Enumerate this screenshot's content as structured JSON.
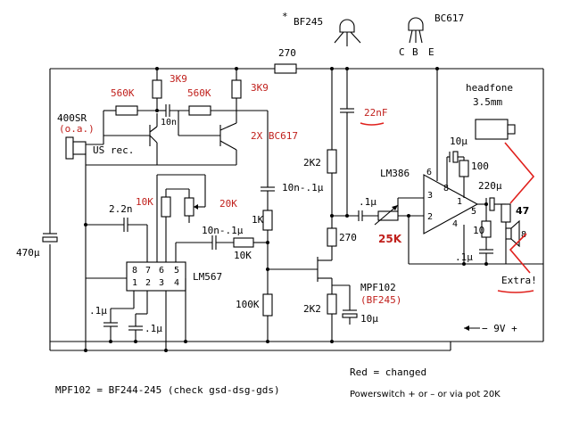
{
  "colors": {
    "wire": "#000000",
    "changed": "#c0201c"
  },
  "legend": {
    "bf245_mark": "*",
    "bf245": "BF245",
    "bc617": "BC617",
    "pin_c": "C",
    "pin_b": "B",
    "pin_e": "E"
  },
  "components": {
    "r270_top": "270",
    "r3k9_a": "3K9",
    "r3k9_b": "3K9",
    "r560k_a": "560K",
    "r560k_b": "560K",
    "c10n_a": "10n",
    "transistor_pair": "2X BC617",
    "sensor_name": "400SR",
    "sensor_note": "(o.a.)",
    "sensor_label": "US rec.",
    "c22nf": "22nF",
    "r2k2_a": "2K2",
    "c10n_1u_a": "10n-.1μ",
    "r1k": "1K",
    "c2_2n": "2.2n",
    "r10k_red": "10K",
    "r20k_red": "20K",
    "c10n_1u_b": "10n-.1μ",
    "r10k": "10K",
    "ic_lm567": "LM567",
    "lm567_pins_top": [
      "8",
      "7",
      "6",
      "5"
    ],
    "lm567_pins_bottom": [
      "1",
      "2",
      "3",
      "4"
    ],
    "c470u": "470μ",
    "c1u_a": ".1μ",
    "c1u_b": ".1μ",
    "r100k": "100K",
    "r2k2_b": "2K2",
    "mosfet": "MPF102",
    "mosfet_alt": "(BF245)",
    "c10u_b": "10μ",
    "r270_b": "270",
    "ic_lm386": "LM386",
    "c1u_c": ".1μ",
    "pot25k": "25K",
    "lm386_pins": {
      "p3": "3",
      "p2": "2",
      "p6": "6",
      "p8": "8",
      "p1": "1",
      "p5": "5",
      "p4": "4"
    },
    "c10u_a": "10μ",
    "r100": "100",
    "c220u": "220μ",
    "r47": "47",
    "r10": "10",
    "c1u_d": ".1μ",
    "speaker": "8",
    "headphone_title": "headfone",
    "headphone_size": "3.5mm",
    "extra": "Extra!",
    "supply": "− 9V +"
  },
  "notes": {
    "red_changed": "Red = changed",
    "powerswitch": "Powerswitch + or – or via pot 20K",
    "mpf102_eq": "MPF102 = BF244-245 (check gsd-dsg-gds)"
  }
}
